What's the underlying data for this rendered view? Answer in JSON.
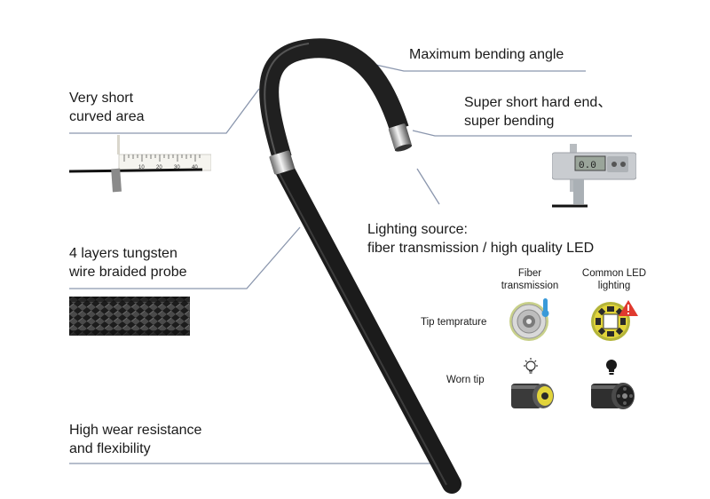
{
  "callouts": {
    "max_bending": "Maximum bending angle",
    "super_short_line1": "Super short hard end、",
    "super_short_line2": "super bending",
    "very_short_line1": "Very short",
    "very_short_line2": "curved area",
    "lighting_line1": "Lighting source:",
    "lighting_line2": "fiber transmission / high quality LED",
    "tungsten_line1": "4 layers tungsten",
    "tungsten_line2": "wire braided probe",
    "wear_line1": "High wear resistance",
    "wear_line2": "and flexibility"
  },
  "comparison": {
    "col_fiber_line1": "Fiber",
    "col_fiber_line2": "transmission",
    "col_led_line1": "Common LED",
    "col_led_line2": "lighting",
    "row_tip_temp": "Tip temprature",
    "row_worn_tip": "Worn tip"
  },
  "ruler": {
    "ticks": [
      "10",
      "20",
      "30",
      "40"
    ]
  },
  "caliper": {
    "reading": "0.0"
  },
  "colors": {
    "leader_line": "#8a96ad",
    "probe": "#1b1b1b",
    "warning": "#e03a2f",
    "led_yellow": "#e2d43a"
  }
}
